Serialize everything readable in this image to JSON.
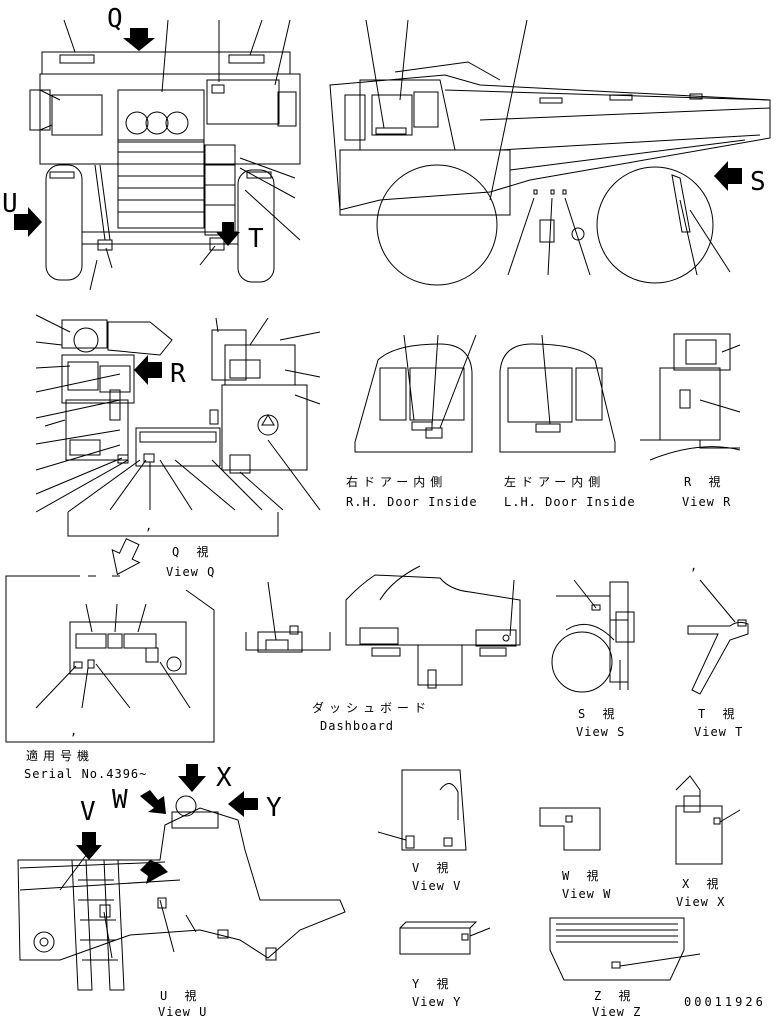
{
  "view_letters": {
    "q": "Q",
    "s": "S",
    "u": "U",
    "t": "T",
    "r": "R",
    "v": "V",
    "w": "W",
    "x": "X",
    "y": "Y"
  },
  "captions": {
    "rh_door_jp": "右ドアー内側",
    "rh_door_en": "R.H. Door Inside",
    "lh_door_jp": "左ドアー内側",
    "lh_door_en": "L.H. Door Inside",
    "r_jp": "R 視",
    "r_en": "View R",
    "q_jp": "Q 視",
    "q_en": "View Q",
    "dash_jp": "ダッシュボード",
    "dash_en": "Dashboard",
    "s_jp": "S 視",
    "s_en": "View S",
    "t_jp": "T 視",
    "t_en": "View T",
    "serial_jp": "適用号機",
    "serial_en": "Serial No.4396~",
    "v_jp": "V 視",
    "v_en": "View V",
    "w_jp": "W 視",
    "w_en": "View W",
    "x_jp": "X 視",
    "x_en": "View X",
    "y_jp": "Y 視",
    "y_en": "View Y",
    "z_jp": "Z 視",
    "z_en": "View Z",
    "u_jp": "U 視",
    "u_en": "View U"
  },
  "misc": {
    "comma": ",",
    "drawing_number": "00011926"
  }
}
